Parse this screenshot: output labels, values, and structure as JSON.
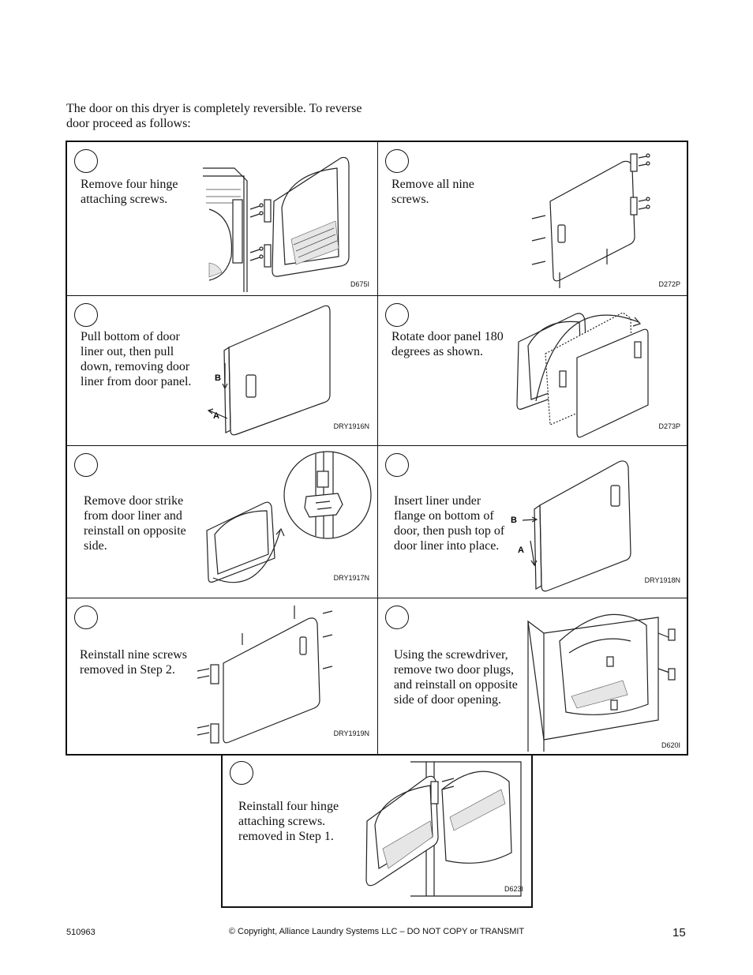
{
  "intro": "The door on this dryer is completely reversible. To reverse door proceed as follows:",
  "steps": [
    {
      "text": "Remove four hinge attaching screws.",
      "code": "D675I"
    },
    {
      "text": "Remove all nine screws.",
      "code": "D272P"
    },
    {
      "text": "Pull bottom of door liner out, then pull down, removing door liner from door panel.",
      "code": "DRY1916N",
      "labels": [
        "B",
        "A"
      ]
    },
    {
      "text": "Rotate door panel 180 degrees as shown.",
      "code": "D273P"
    },
    {
      "text": "Remove door strike from door liner and reinstall on opposite side.",
      "code": "DRY1917N"
    },
    {
      "text": "Insert liner under flange on bottom of door, then push top of door liner into place.",
      "code": "DRY1918N",
      "labels": [
        "B",
        "A"
      ]
    },
    {
      "text": "Reinstall nine screws removed in Step 2.",
      "code": "DRY1919N"
    },
    {
      "text": "Using the screwdriver, remove two door plugs, and reinstall on opposite side of door opening.",
      "code": "D620I"
    },
    {
      "text": "Reinstall four hinge attaching screws. removed in Step 1.",
      "code": "D623I"
    }
  ],
  "footer": {
    "doc_number": "510963",
    "copyright": "© Copyright, Alliance Laundry Systems LLC – DO NOT COPY or TRANSMIT",
    "page_number": "15"
  }
}
